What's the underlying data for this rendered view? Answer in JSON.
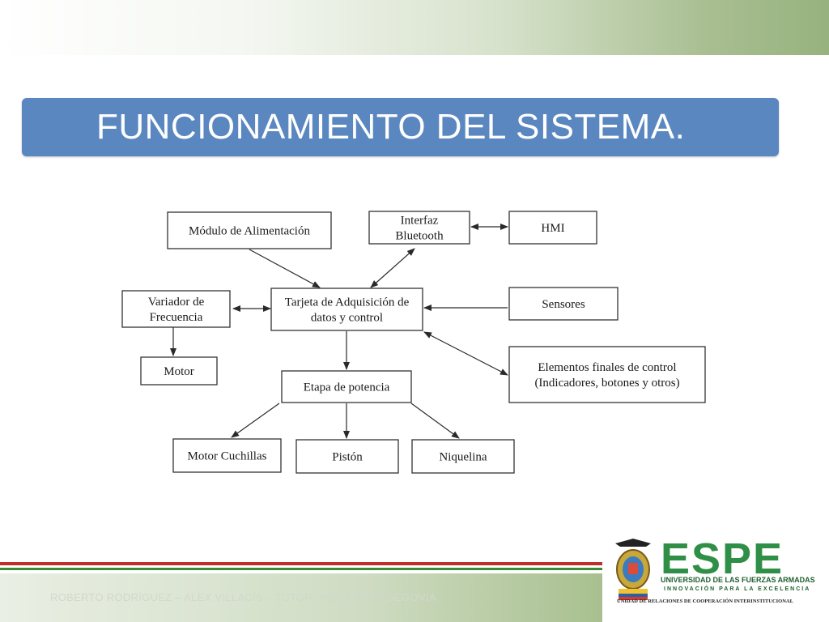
{
  "slide": {
    "title": "FUNCIONAMIENTO DEL SISTEMA.",
    "footer": "ROBERTO RODRÍGUEZ – ALEX VILLACÍS – TUTOR: ING. XAVIER SEGOVIA"
  },
  "diagram": {
    "nodes": {
      "modulo": {
        "lines": [
          "Módulo de Alimentación"
        ]
      },
      "interfaz": {
        "lines": [
          "Interfaz",
          "Bluetooth"
        ]
      },
      "hmi": {
        "lines": [
          "HMI"
        ]
      },
      "variador": {
        "lines": [
          "Variador de",
          "Frecuencia"
        ]
      },
      "tarjeta": {
        "lines": [
          "Tarjeta de Adquisición de",
          "datos y control"
        ]
      },
      "sensores": {
        "lines": [
          "Sensores"
        ]
      },
      "motor": {
        "lines": [
          "Motor"
        ]
      },
      "etapa": {
        "lines": [
          "Etapa de potencia"
        ]
      },
      "elementos": {
        "lines": [
          "Elementos finales de control",
          "(Indicadores, botones y otros)"
        ]
      },
      "motorcuch": {
        "lines": [
          "Motor Cuchillas"
        ]
      },
      "piston": {
        "lines": [
          "Pistón"
        ]
      },
      "niquelina": {
        "lines": [
          "Niquelina"
        ]
      }
    },
    "edges": [
      {
        "from": "modulo",
        "to": "tarjeta"
      },
      {
        "from": "tarjeta",
        "to": "interfaz",
        "bidirectional": true
      },
      {
        "from": "interfaz",
        "to": "hmi",
        "bidirectional": true
      },
      {
        "from": "tarjeta",
        "to": "variador",
        "bidirectional": true
      },
      {
        "from": "sensores",
        "to": "tarjeta"
      },
      {
        "from": "variador",
        "to": "motor"
      },
      {
        "from": "tarjeta",
        "to": "etapa"
      },
      {
        "from": "tarjeta",
        "to": "elementos",
        "bidirectional": true
      },
      {
        "from": "etapa",
        "to": "motorcuch"
      },
      {
        "from": "etapa",
        "to": "piston"
      },
      {
        "from": "etapa",
        "to": "niquelina"
      }
    ]
  },
  "logo": {
    "brand": "ESPE",
    "university": "UNIVERSIDAD DE LAS FUERZAS ARMADAS",
    "motto": "INNOVACIÓN PARA LA EXCELENCIA",
    "unit": "UNIDAD DE RELACIONES DE COOPERACIÓN INTERINSTITUCIONAL"
  },
  "colors": {
    "title_bg": "#5a87c0",
    "brand_green": "#2f8f46",
    "stripe_red": "#c0302a",
    "stripe_green": "#3a8a36"
  }
}
